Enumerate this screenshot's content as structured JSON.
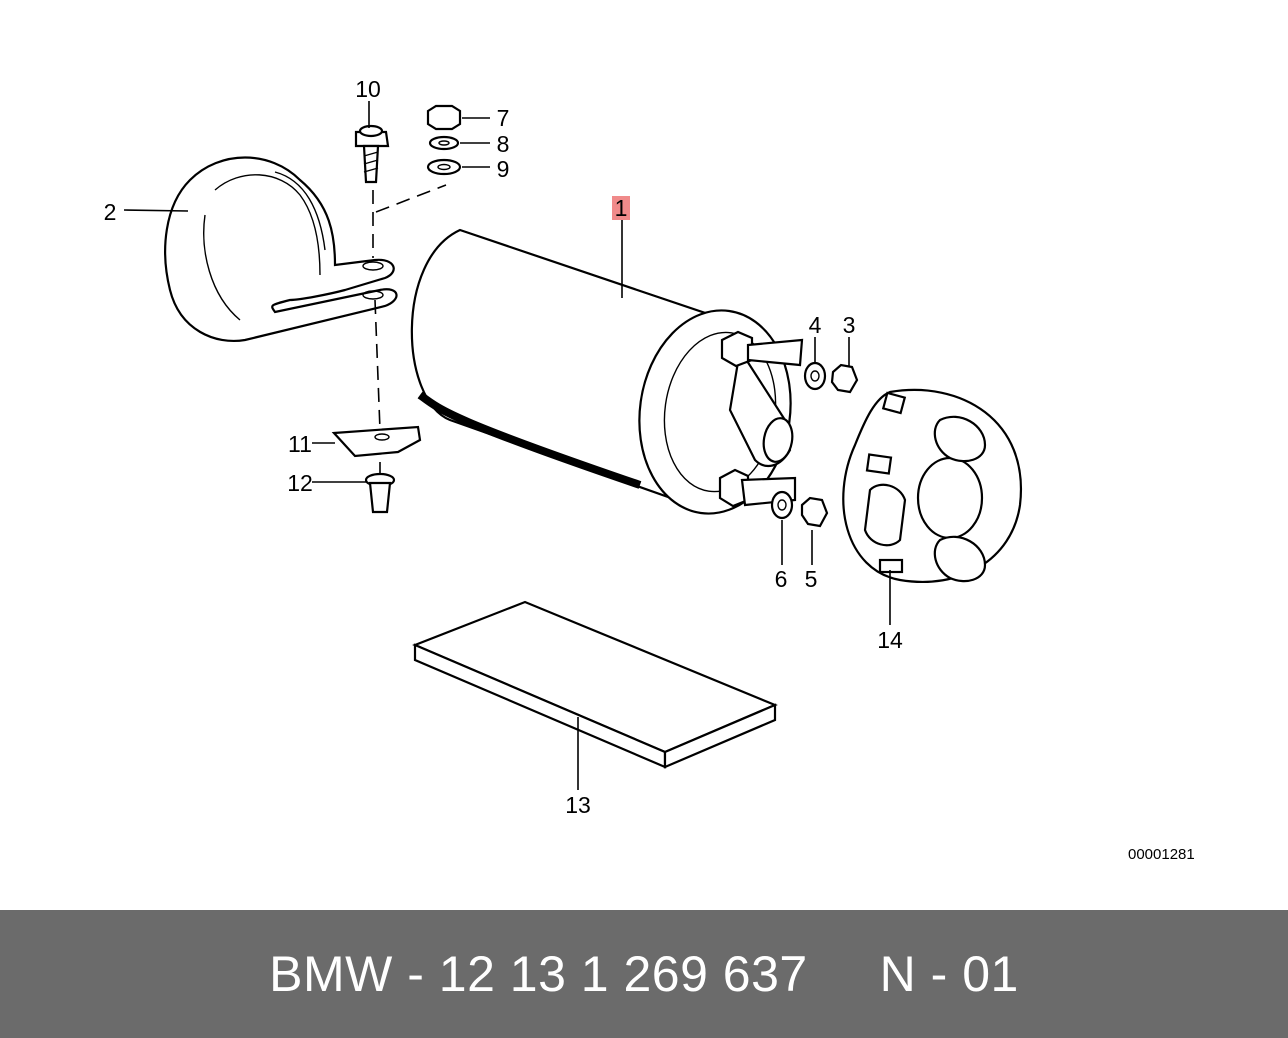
{
  "callouts": {
    "c1": "1",
    "c2": "2",
    "c3": "3",
    "c4": "4",
    "c5": "5",
    "c6": "6",
    "c7": "7",
    "c8": "8",
    "c9": "9",
    "c10": "10",
    "c11": "11",
    "c12": "12",
    "c13": "13",
    "c14": "14"
  },
  "highlighted_callout": "1",
  "highlight_color": "#f08a8a",
  "diagram_code": "00001281",
  "footer": {
    "text": "BMW - 12 13 1 269 637     N - 01",
    "background": "#6b6b6b"
  }
}
